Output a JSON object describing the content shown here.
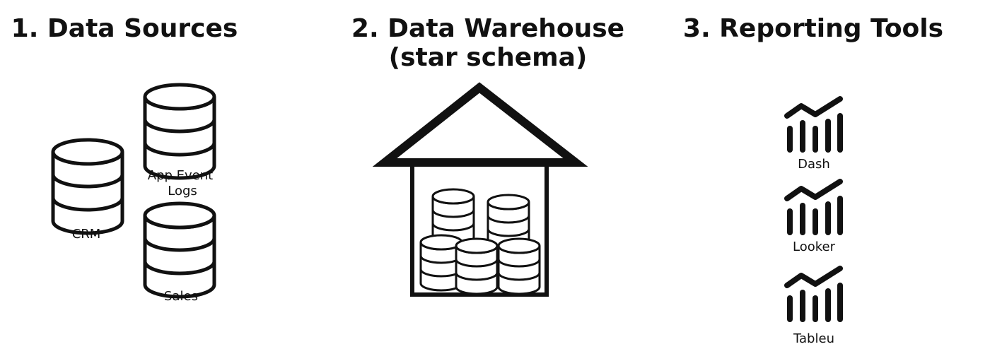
{
  "sections": {
    "sources": {
      "title": "1. Data Sources",
      "items": [
        {
          "label": "CRM",
          "icon": "database-icon"
        },
        {
          "label_line1": "App Event",
          "label_line2": "Logs",
          "icon": "database-icon"
        },
        {
          "label": "Sales",
          "icon": "database-icon"
        }
      ]
    },
    "warehouse": {
      "title_line1": "2. Data Warehouse",
      "title_line2": "(star schema)",
      "icon": "warehouse-house-icon",
      "contents_icon": "database-icon"
    },
    "reporting": {
      "title": "3. Reporting Tools",
      "items": [
        {
          "label": "Dash",
          "icon": "chart-icon"
        },
        {
          "label": "Looker",
          "icon": "chart-icon"
        },
        {
          "label": "Tableu",
          "icon": "chart-icon"
        }
      ]
    }
  },
  "colors": {
    "ink": "#111111",
    "background": "#ffffff"
  }
}
